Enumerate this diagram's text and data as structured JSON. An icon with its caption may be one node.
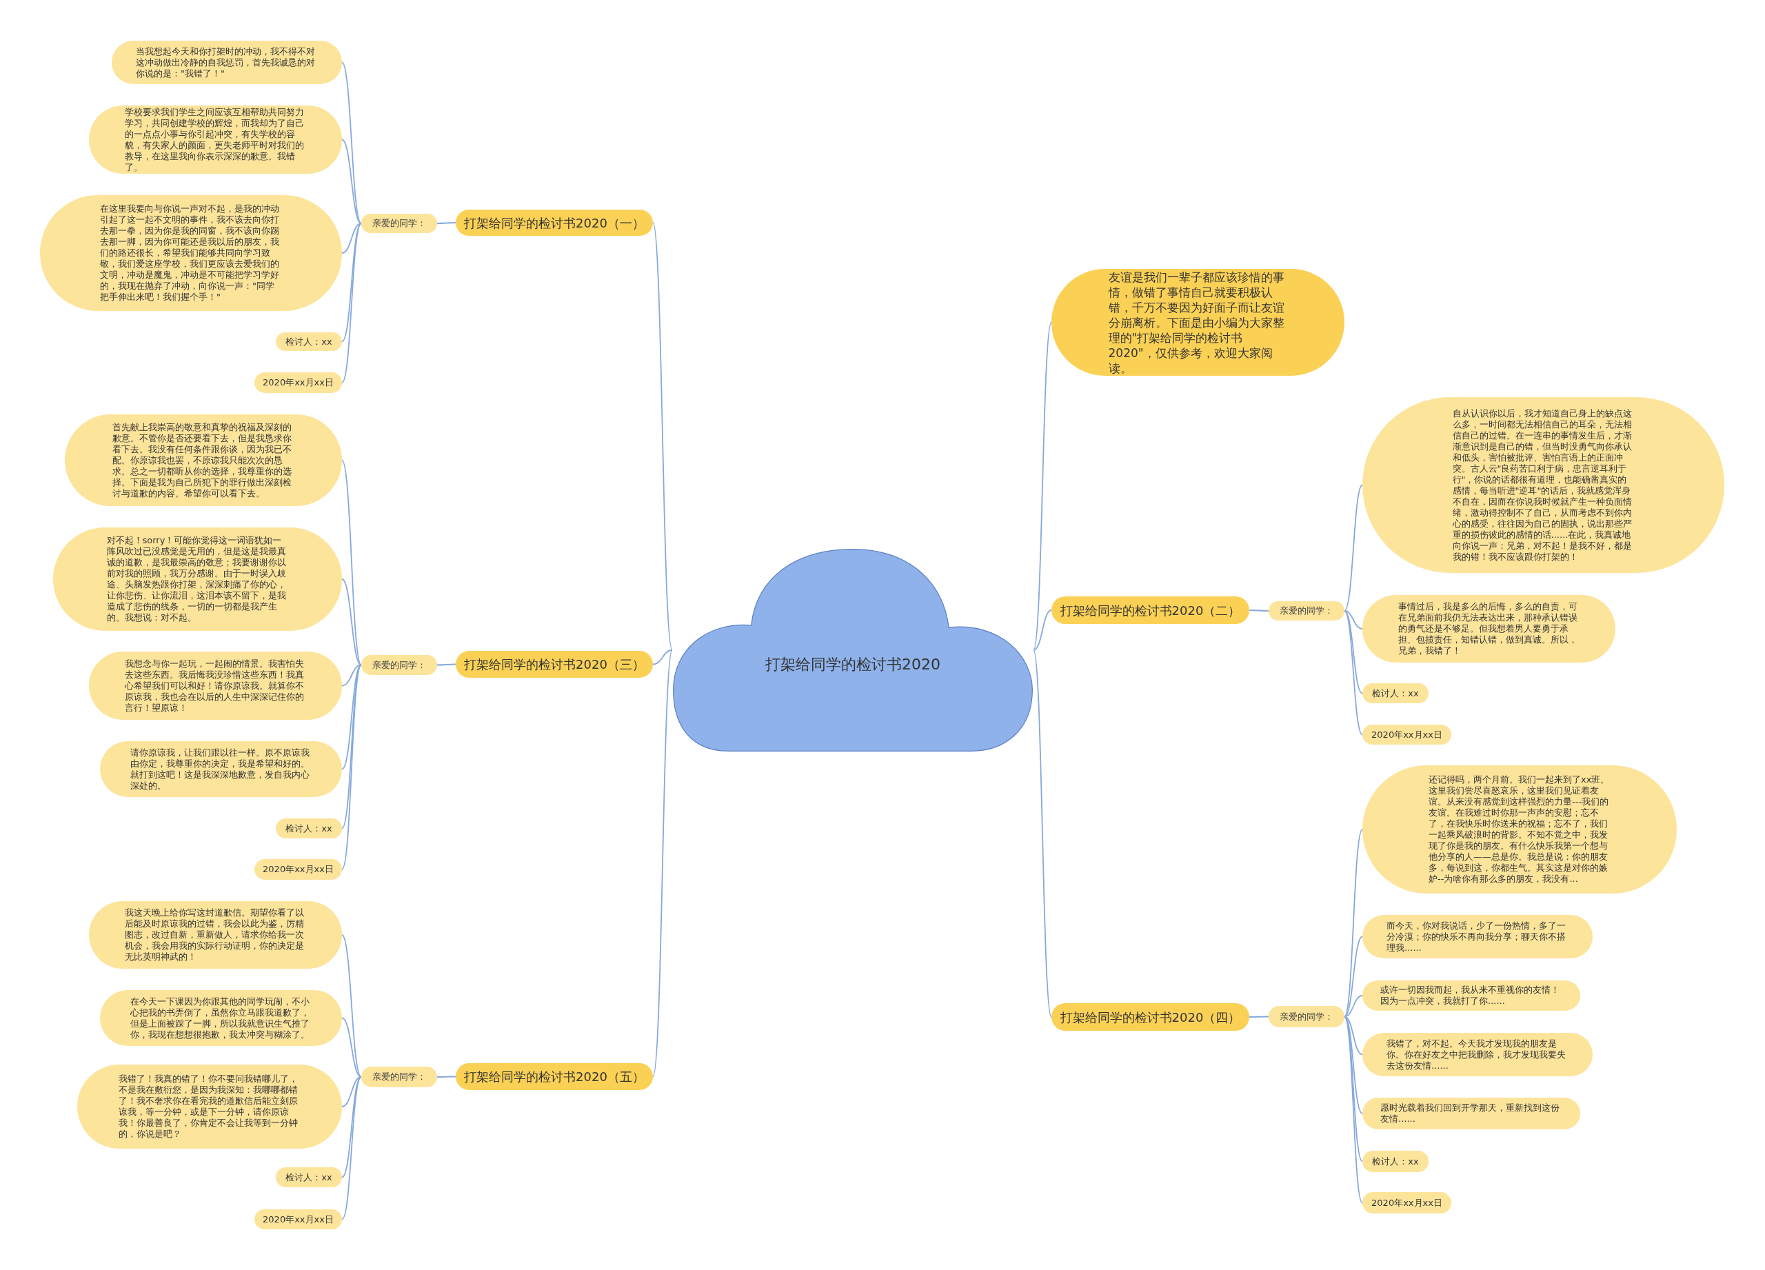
{
  "diagram": {
    "nodes": [
      {
        "text": [
          "打架给同学的检讨书2020"
        ]
      },
      {
        "text": [
          "打架给同学的检讨书2020（一）"
        ]
      },
      {
        "text": [
          "亲爱的同学："
        ]
      },
      {
        "text": [
          "当我想起今天和你打架时的冲动，我不得不对这冲动做出冷静的自我惩罚，首先我诚恳的对你说的是：\"我错了！\""
        ]
      },
      {
        "text": [
          "学校要求我们学生之间应该互相帮助共同努力学习，共同创建学校的辉煌，而我却为了自己的一点点小事与你引起冲突，有失学校的容貌，有失家人的颜面，更失老师平时对我们的教导，在这里我向你表示深深的歉意。我错了。"
        ]
      },
      {
        "text": [
          "在这里我要向与你说一声对不起，是我的冲动引起了这一起不文明的事件，我不该去向你打去那一拳，因为你是我的同窗，我不该向你踢去那一脚，因为你可能还是我以后的朋友，我们的路还很长，希望我们能够共同向学习致敬，我们爱这座学校，我们更应该去爱我们的文明，冲动是魔鬼，冲动是不可能把学习学好的，我现在抛弃了冲动，向你说一声：\"同学把手伸出来吧！我们握个手！\""
        ]
      },
      {
        "text": [
          "检讨人：xx"
        ]
      },
      {
        "text": [
          "2020年xx月xx日"
        ]
      },
      {
        "text": [
          "打架给同学的检讨书2020（三）"
        ]
      },
      {
        "text": [
          "亲爱的同学："
        ]
      },
      {
        "text": [
          "首先献上我崇高的敬意和真挚的祝福及深刻的歉意。不管你是否还要看下去，但是我恳求你看下去。我没有任何条件跟你谈，因为我已不配。你原谅我也罢，不原谅我只能次次的恳求。总之一切都听从你的选择，我尊重你的选择。下面是我为自己所犯下的罪行做出深刻检讨与道歉的内容。希望你可以看下去。"
        ]
      },
      {
        "text": [
          "对不起！sorry！可能你觉得这一词语犹如一阵风吹过已没感觉是无用的，但是这是我最真诚的道歉，是我最崇高的敬意；我要谢谢你以前对我的照顾，我万分感谢。由于一时误入歧途、头脑发热跟你打架，深深刺痛了你的心，让你悲伤、让你流泪，这泪本该不留下，是我造成了悲伤的线条，一切的一切都是我产生的。我想说：对不起。"
        ]
      },
      {
        "text": [
          "我想念与你一起玩，一起闹的情景。我害怕失去这些东西。我后悔我没珍惜这些东西！我真心希望我们可以和好！请你原谅我。就算你不原谅我，我也会在以后的人生中深深记住你的言行！望原谅！"
        ]
      },
      {
        "text": [
          "请你原谅我，让我们跟以往一样。原不原谅我由你定，我尊重你的决定，我是希望和好的。就打到这吧！这是我深深地歉意，发自我内心深处的。"
        ]
      },
      {
        "text": [
          "检讨人：xx"
        ]
      },
      {
        "text": [
          "2020年xx月xx日"
        ]
      },
      {
        "text": [
          "打架给同学的检讨书2020（五）"
        ]
      },
      {
        "text": [
          "亲爱的同学："
        ]
      },
      {
        "text": [
          "我这天晚上给你写这封道歉信。期望你看了以后能及时原谅我的过错，我会以此为鉴，厉精图志，改过自新，重新做人，请求你给我一次机会，我会用我的实际行动证明，你的决定是无比英明神武的！"
        ]
      },
      {
        "text": [
          "在今天一下课因为你跟其他的同学玩闹，不小心把我的书弄倒了，虽然你立马跟我道歉了，但是上面被踩了一脚，所以我就意识生气推了你，我现在想想很抱歉，我太冲突与糊涂了。"
        ]
      },
      {
        "text": [
          "我错了！我真的错了！你不要问我错哪儿了，不是我在敷衍您，是因为我深知：我哪哪都错了！我不奢求你在看完我的道歉信后能立刻原谅我，等一分钟，或是下一分钟，请你原谅我！你最善良了，你肯定不会让我等到一分钟的，你说是吧？"
        ]
      },
      {
        "text": [
          "检讨人：xx"
        ]
      },
      {
        "text": [
          "2020年xx月xx日"
        ]
      },
      {
        "text": [
          "友谊是我们一辈子都应该珍惜的事情，做错了事情自己就要积极认错，千万不要因为好面子而让友谊分崩离析。下面是由小编为大家整理的\"打架给同学的检讨书2020\"，仅供参考，欢迎大家阅读。"
        ]
      },
      {
        "text": [
          "打架给同学的检讨书2020（二）"
        ]
      },
      {
        "text": [
          "亲爱的同学："
        ]
      },
      {
        "text": [
          "自从认识你以后，我才知道自己身上的缺点这么多，一时间都无法相信自己的耳朵，无法相信自己的过错。在一连串的事情发生后，才渐渐意识到是自己的错，但当时没勇气向你承认和低头，害怕被批评、害怕言语上的正面冲突。古人云\"良药苦口利于病，忠言逆耳利于行\"，你说的话都很有道理，也能确凿真实的感情，每当听进\"逆耳\"的话后，我就感觉浑身不自在，因而在你说我时候就产生一种负面情绪，激动得控制不了自己，从而考虑不到你内心的感受，往往因为自己的固执，说出那些严重的损伤彼此的感情的话......在此，我真诚地向你说一声：兄弟，对不起！是我不好，都是我的错！我不应该跟你打架的！"
        ]
      },
      {
        "text": [
          "事情过后，我是多么的后悔，多么的自责，可在兄弟面前我仍无法表达出来，那种承认错误的勇气还是不够足。但我想着男人要勇于承担、包揽责任，知错认错，做到真诚。所以，兄弟，我错了！"
        ]
      },
      {
        "text": [
          "检讨人：xx"
        ]
      },
      {
        "text": [
          "2020年xx月xx日"
        ]
      },
      {
        "text": [
          "打架给同学的检讨书2020（四）"
        ]
      },
      {
        "text": [
          "亲爱的同学："
        ]
      },
      {
        "text": [
          "还记得吗，两个月前。我们一起来到了xx班。这里我们尝尽喜怒哀乐，这里我们见证着友谊。从来没有感觉到这样强烈的力量---我们的友谊。在我难过时你那一声声的安慰；忘不了，在我快乐时你送来的祝福；忘不了，我们一起乘风破浪时的背影。不知不觉之中，我发现了你是我的朋友。有什么快乐我第一个想与他分享的人——总是你。我总是说：你的朋友多，每说到这，你都生气。其实这是对你的嫉妒--为啥你有那么多的朋友，我没有..."
        ]
      },
      {
        "text": [
          "而今天，你对我说话，少了一份热情，多了一分冷漠；你的快乐不再向我分享；聊天你不搭理我......"
        ]
      },
      {
        "text": [
          "或许一切因我而起，我从来不重视你的友情！因为一点冲突，我就打了你......"
        ]
      },
      {
        "text": [
          "我错了，对不起。今天我才发现我的朋友是你。你在好友之中把我删除，我才发现我要失去这份友情......"
        ]
      },
      {
        "text": [
          "愿时光载着我们回到开学那天，重新找到这份友情......"
        ]
      },
      {
        "text": [
          "检讨人：xx"
        ]
      },
      {
        "text": [
          "2020年xx月xx日"
        ]
      }
    ],
    "edges": [
      {
        "from": 0,
        "to": 1,
        "arrow": "none"
      },
      {
        "from": 1,
        "to": 2,
        "arrow": "none"
      },
      {
        "from": 2,
        "to": 3,
        "arrow": "none"
      },
      {
        "from": 2,
        "to": 4,
        "arrow": "none"
      },
      {
        "from": 2,
        "to": 5,
        "arrow": "none"
      },
      {
        "from": 2,
        "to": 6,
        "arrow": "none"
      },
      {
        "from": 2,
        "to": 7,
        "arrow": "none"
      },
      {
        "from": 0,
        "to": 8,
        "arrow": "none"
      },
      {
        "from": 8,
        "to": 9,
        "arrow": "none"
      },
      {
        "from": 9,
        "to": 10,
        "arrow": "none"
      },
      {
        "from": 9,
        "to": 11,
        "arrow": "none"
      },
      {
        "from": 9,
        "to": 12,
        "arrow": "none"
      },
      {
        "from": 9,
        "to": 13,
        "arrow": "none"
      },
      {
        "from": 9,
        "to": 14,
        "arrow": "none"
      },
      {
        "from": 9,
        "to": 15,
        "arrow": "none"
      },
      {
        "from": 0,
        "to": 16,
        "arrow": "none"
      },
      {
        "from": 16,
        "to": 17,
        "arrow": "none"
      },
      {
        "from": 17,
        "to": 18,
        "arrow": "none"
      },
      {
        "from": 17,
        "to": 19,
        "arrow": "none"
      },
      {
        "from": 17,
        "to": 20,
        "arrow": "none"
      },
      {
        "from": 17,
        "to": 21,
        "arrow": "none"
      },
      {
        "from": 17,
        "to": 22,
        "arrow": "none"
      },
      {
        "from": 0,
        "to": 23,
        "arrow": "none"
      },
      {
        "from": 0,
        "to": 24,
        "arrow": "none"
      },
      {
        "from": 24,
        "to": 25,
        "arrow": "none"
      },
      {
        "from": 25,
        "to": 26,
        "arrow": "none"
      },
      {
        "from": 25,
        "to": 27,
        "arrow": "none"
      },
      {
        "from": 25,
        "to": 28,
        "arrow": "none"
      },
      {
        "from": 25,
        "to": 29,
        "arrow": "none"
      },
      {
        "from": 0,
        "to": 30,
        "arrow": "none"
      },
      {
        "from": 30,
        "to": 31,
        "arrow": "none"
      },
      {
        "from": 31,
        "to": 32,
        "arrow": "none"
      },
      {
        "from": 31,
        "to": 33,
        "arrow": "none"
      },
      {
        "from": 31,
        "to": 34,
        "arrow": "none"
      },
      {
        "from": 31,
        "to": 35,
        "arrow": "none"
      },
      {
        "from": 31,
        "to": 36,
        "arrow": "none"
      },
      {
        "from": 31,
        "to": 37,
        "arrow": "none"
      },
      {
        "from": 31,
        "to": 38,
        "arrow": "none"
      }
    ]
  }
}
